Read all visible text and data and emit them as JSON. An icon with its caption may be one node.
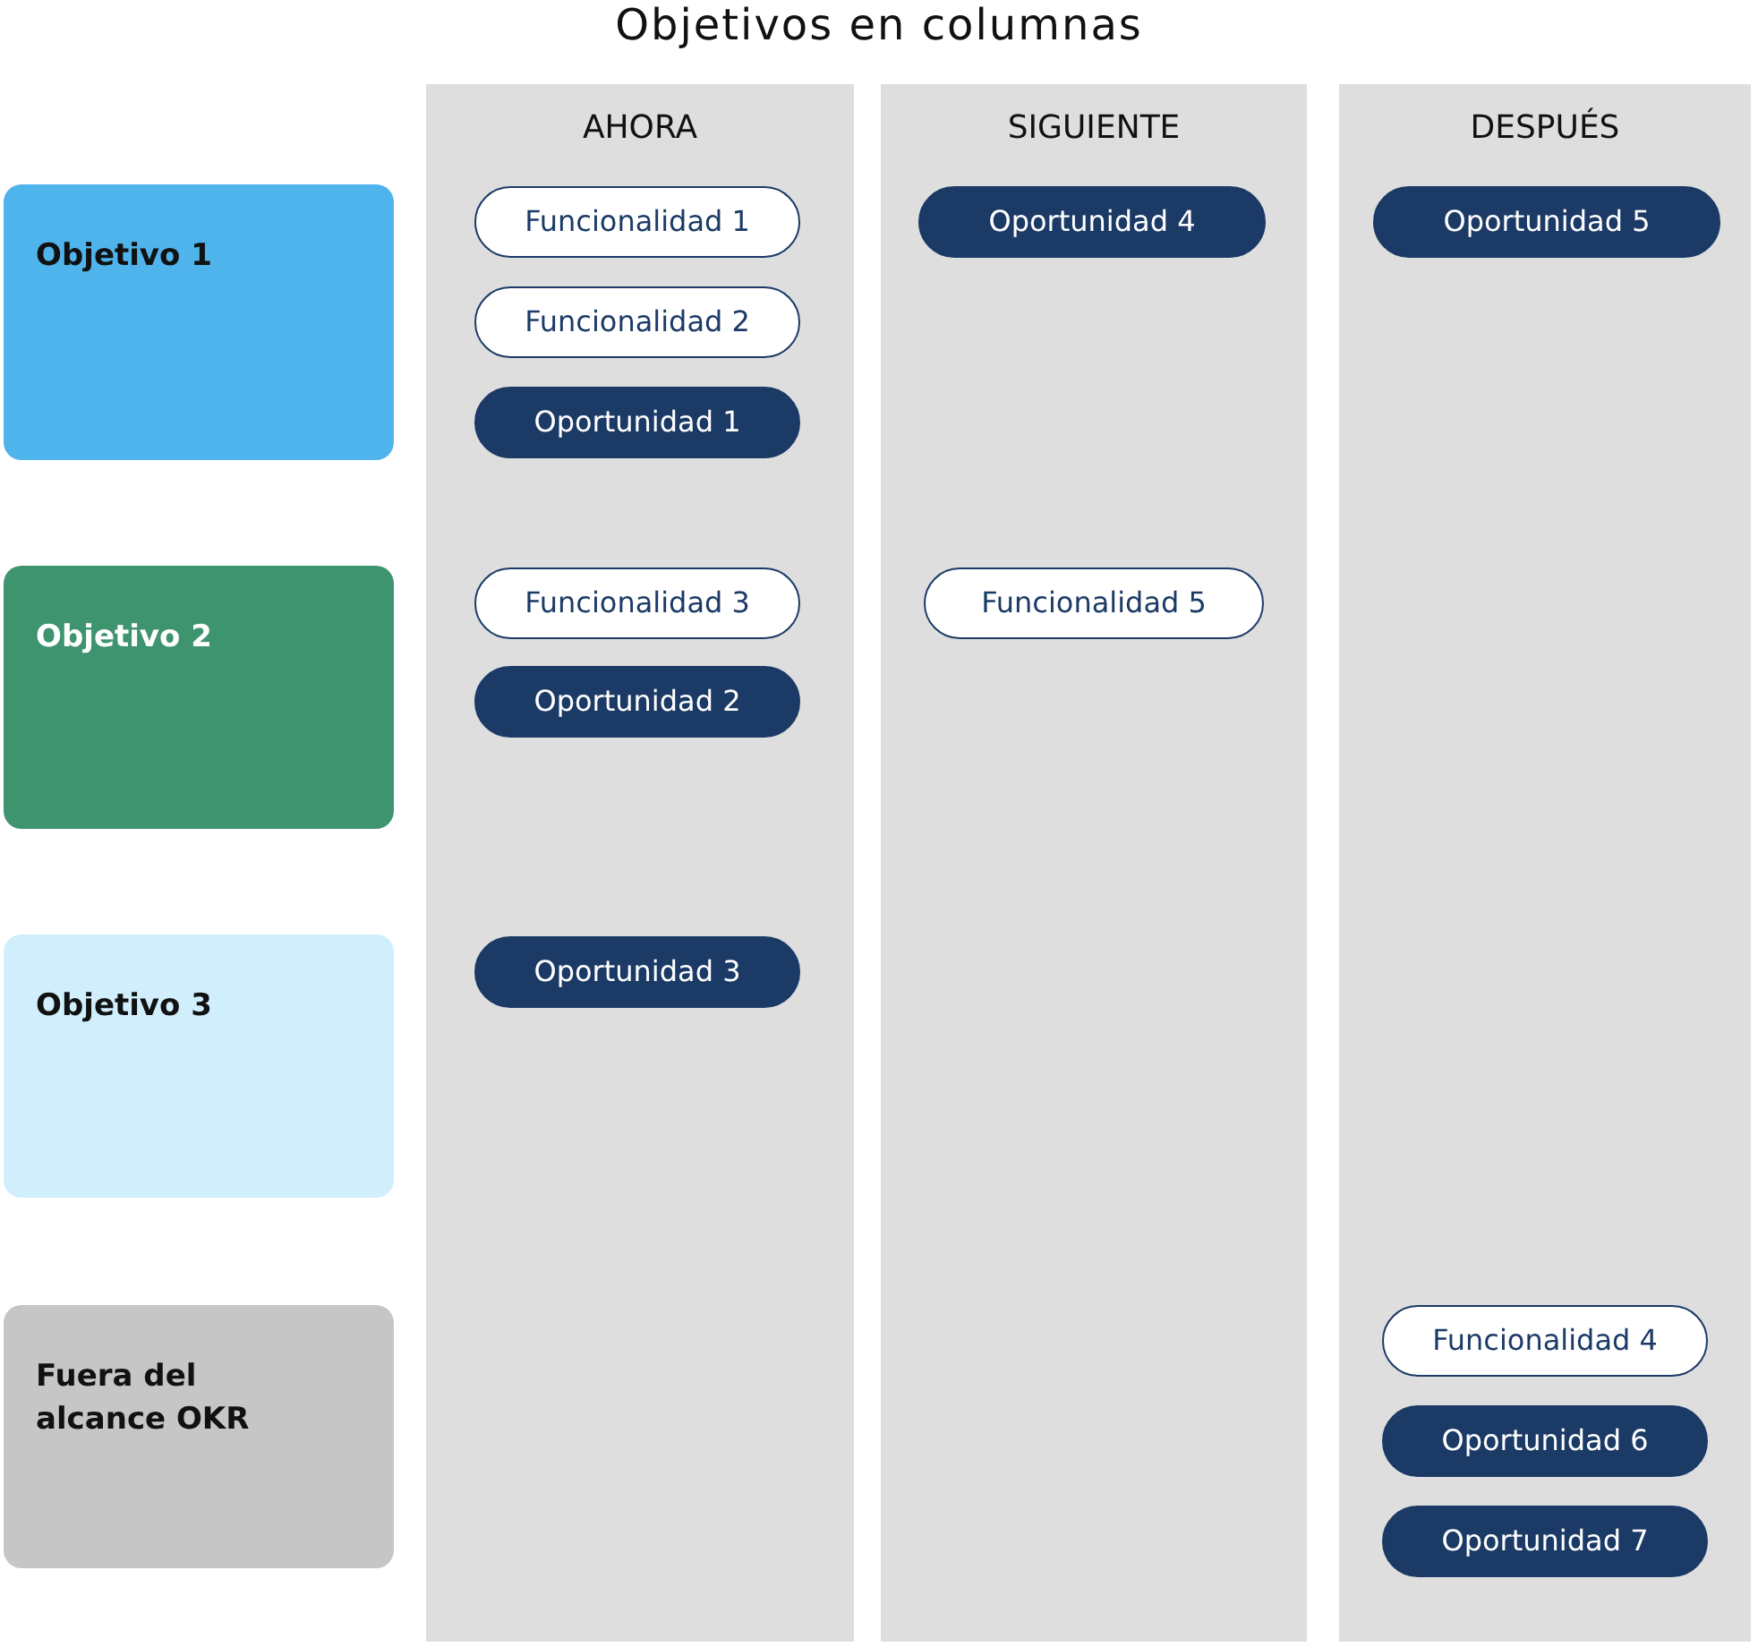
{
  "diagram": {
    "title": "Objetivos en columnas",
    "nodes": [
      {
        "text": [
          "AHORA"
        ]
      },
      {
        "text": [
          "SIGUIENTE"
        ]
      },
      {
        "text": [
          "DESPUÉS"
        ]
      },
      {
        "text": [
          "Objetivo 1"
        ]
      },
      {
        "text": [
          "Funcionalidad 1"
        ],
        "in": 0
      },
      {
        "text": [
          "Funcionalidad 2"
        ],
        "in": 0
      },
      {
        "text": [
          "Oportunidad 1"
        ],
        "in": 0
      },
      {
        "text": [
          "Oportunidad 4"
        ],
        "in": 1
      },
      {
        "text": [
          "Oportunidad 5"
        ],
        "in": 2
      },
      {
        "text": [
          "Objetivo 2"
        ]
      },
      {
        "text": [
          "Funcionalidad 3"
        ],
        "in": 0
      },
      {
        "text": [
          "Oportunidad 2"
        ],
        "in": 0
      },
      {
        "text": [
          "Funcionalidad 5"
        ],
        "in": 1
      },
      {
        "text": [
          "Objetivo 3"
        ]
      },
      {
        "text": [
          "Oportunidad 3"
        ],
        "in": 0
      },
      {
        "text": [
          "Fuera del alcance OKR"
        ]
      },
      {
        "text": [
          "Funcionalidad 4"
        ],
        "in": 2
      },
      {
        "text": [
          "Oportunidad 6"
        ],
        "in": 2
      },
      {
        "text": [
          "Oportunidad 7"
        ],
        "in": 2
      }
    ],
    "edges": []
  }
}
